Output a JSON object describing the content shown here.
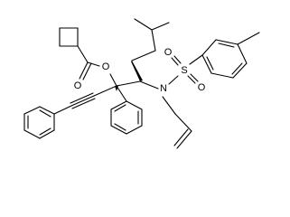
{
  "molecule": {
    "atoms": {
      "ester_oxygen": "O",
      "carbonyl_oxygen": "O",
      "sulfonamide_nitrogen": "N",
      "sulfur": "S",
      "sulfonyl_oxygen_left": "O",
      "sulfonyl_oxygen_right": "O"
    }
  }
}
